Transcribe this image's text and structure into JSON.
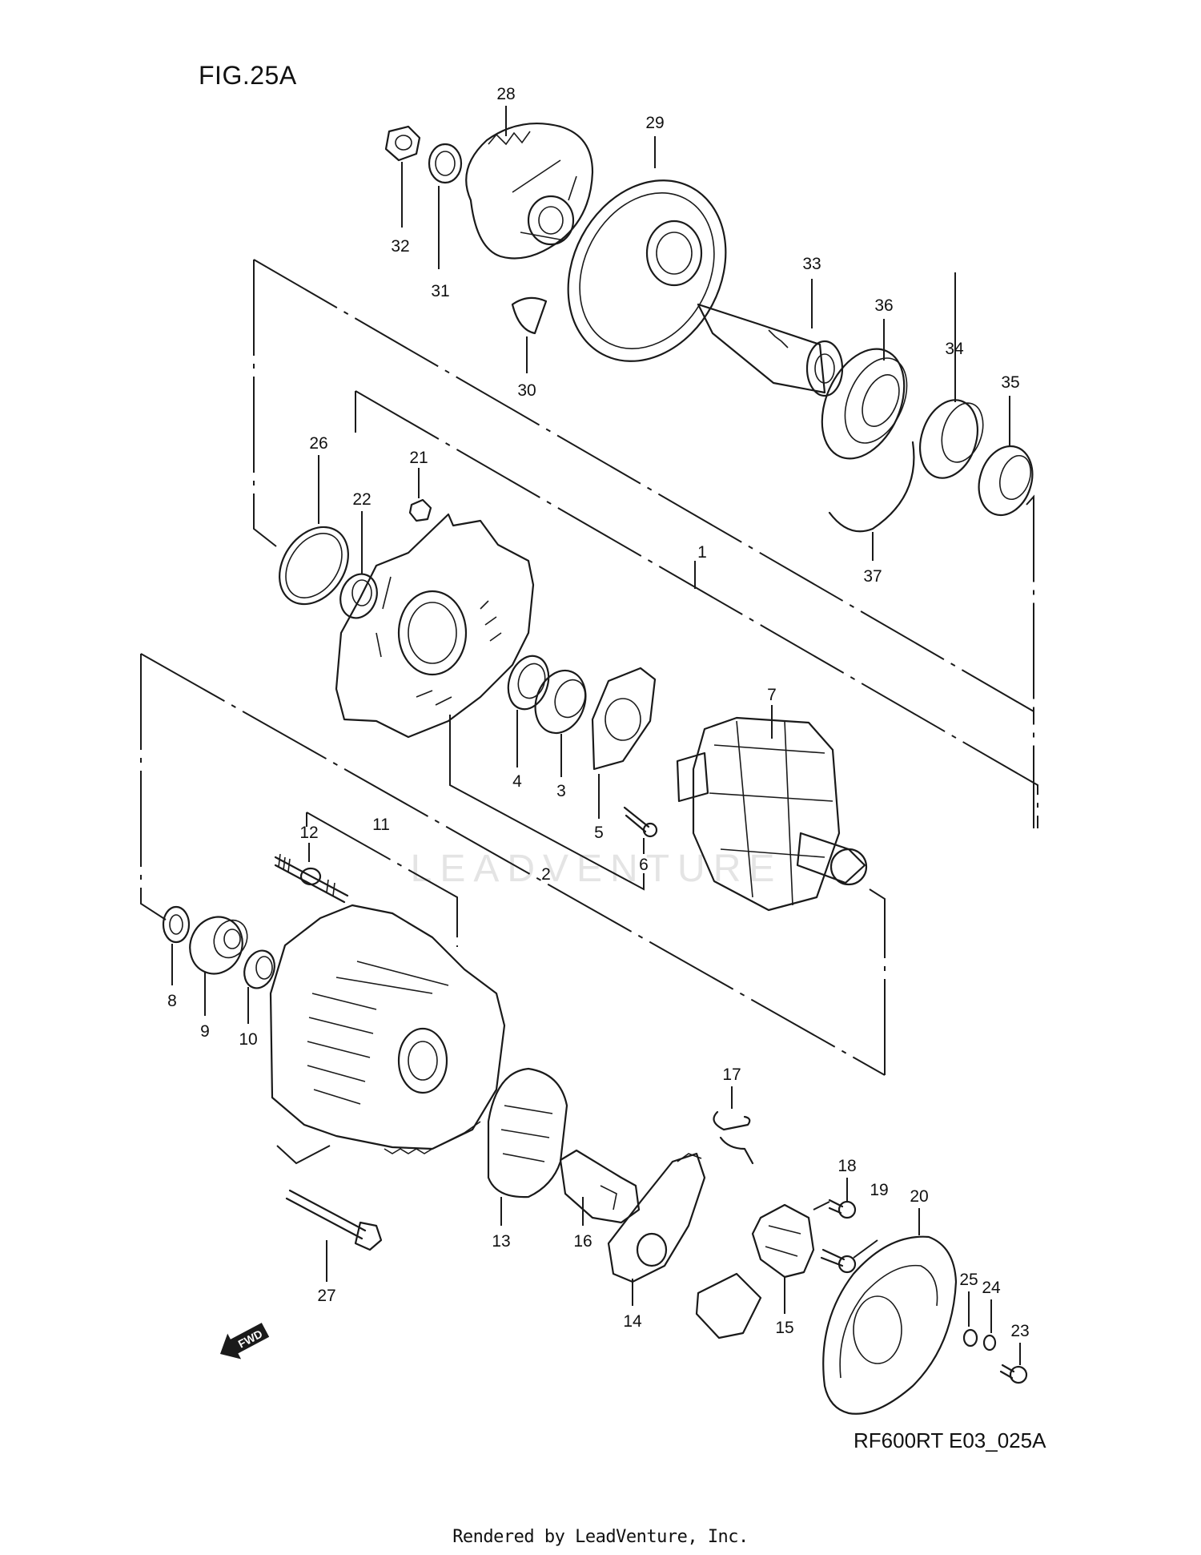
{
  "figure_title": "FIG.25A",
  "figure_code": "RF600RT E03_025A",
  "footer": "Rendered by LeadVenture, Inc.",
  "watermark": "LEADVENTURE",
  "fwd_arrow_label": "FWD",
  "part_numbers": {
    "p1": "1",
    "p2": "2",
    "p3": "3",
    "p4": "4",
    "p5": "5",
    "p6": "6",
    "p7": "7",
    "p8": "8",
    "p9": "9",
    "p10": "10",
    "p11": "11",
    "p12": "12",
    "p13": "13",
    "p14": "14",
    "p15": "15",
    "p16": "16",
    "p17": "17",
    "p18": "18",
    "p19": "19",
    "p20": "20",
    "p21": "21",
    "p22": "22",
    "p23": "23",
    "p24": "24",
    "p25": "25",
    "p26": "26",
    "p27": "27",
    "p28": "28",
    "p29": "29",
    "p30": "30",
    "p31": "31",
    "p32": "32",
    "p33": "33",
    "p34": "34",
    "p35": "35",
    "p36": "36",
    "p37": "37"
  }
}
